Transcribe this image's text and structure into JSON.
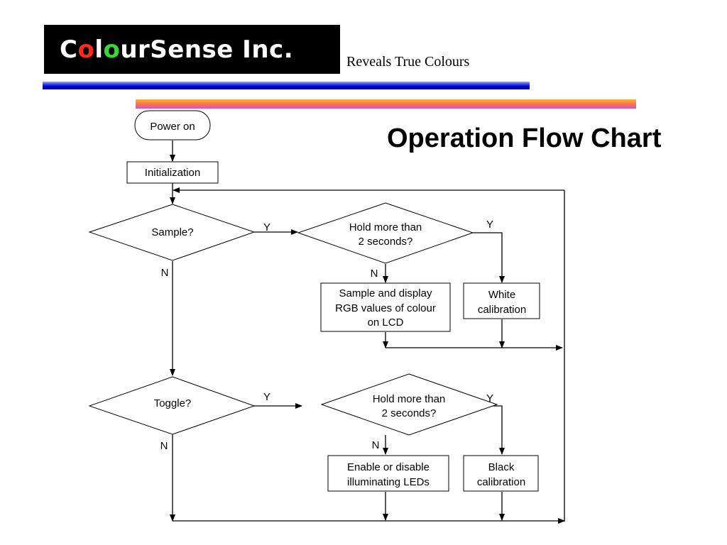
{
  "header": {
    "logo": {
      "part1": "C",
      "part2": "o",
      "part3": "l",
      "part4": "o",
      "part5": "urSense Inc."
    },
    "tagline": "Reveals True Colours",
    "colors": {
      "logo_bg": "#000000",
      "o1": "#ff2a1a",
      "o2": "#38d63a",
      "blue_bar": "#0000cc",
      "orange_bar": "#ff9a30"
    }
  },
  "slide": {
    "title": "Operation Flow Chart"
  },
  "flowchart": {
    "start": "Power on",
    "init": "Initialization",
    "decision_sample": "Sample?",
    "decision_hold1": {
      "line1": "Hold more than",
      "line2": "2 seconds?"
    },
    "process_sample": {
      "line1": "Sample and display",
      "line2": "RGB values of colour",
      "line3": "on LCD"
    },
    "process_white": {
      "line1": "White",
      "line2": "calibration"
    },
    "decision_toggle": "Toggle?",
    "decision_hold2": {
      "line1": "Hold more than",
      "line2": "2 seconds?"
    },
    "process_leds": {
      "line1": "Enable or disable",
      "line2": "illuminating LEDs"
    },
    "process_black": {
      "line1": "Black",
      "line2": "calibration"
    },
    "labels": {
      "sample_yes": "Y",
      "sample_no": "N",
      "hold1_yes": "Y",
      "hold1_no": "N",
      "toggle_yes": "Y",
      "toggle_no": "N",
      "hold2_yes": "Y",
      "hold2_no": "N"
    }
  }
}
